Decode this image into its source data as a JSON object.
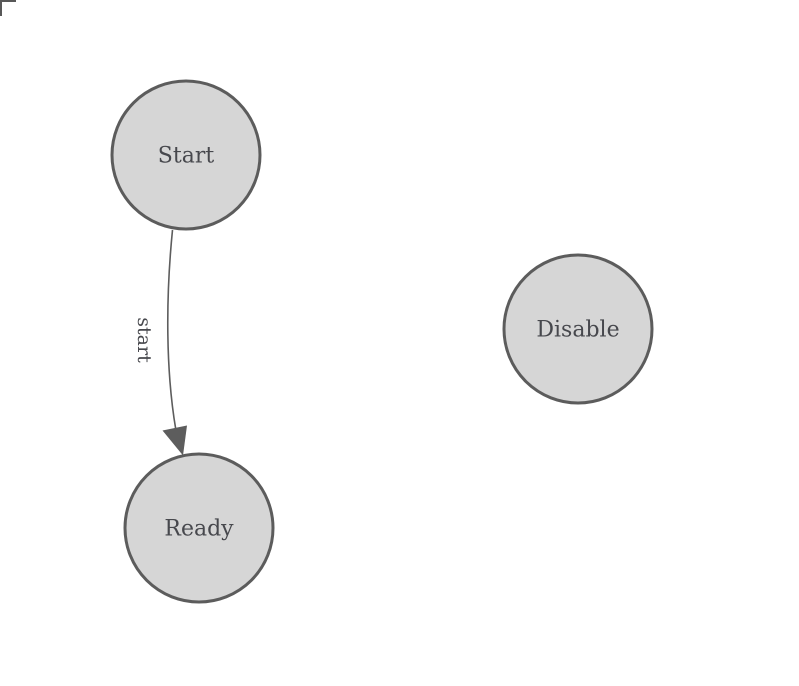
{
  "diagram": {
    "kind": "finite-state-machine",
    "colors": {
      "background": "#ffffff",
      "node_fill": "#d6d6d6",
      "node_stroke": "#5c5c5c",
      "edge_stroke": "#5d5d5d",
      "text": "#47484d",
      "corner_mark": "#585858"
    },
    "nodes": [
      {
        "id": "start",
        "label": "Start"
      },
      {
        "id": "ready",
        "label": "Ready"
      },
      {
        "id": "disable",
        "label": "Disable"
      }
    ],
    "edges": [
      {
        "from": "start",
        "to": "ready",
        "label": "start"
      }
    ]
  }
}
